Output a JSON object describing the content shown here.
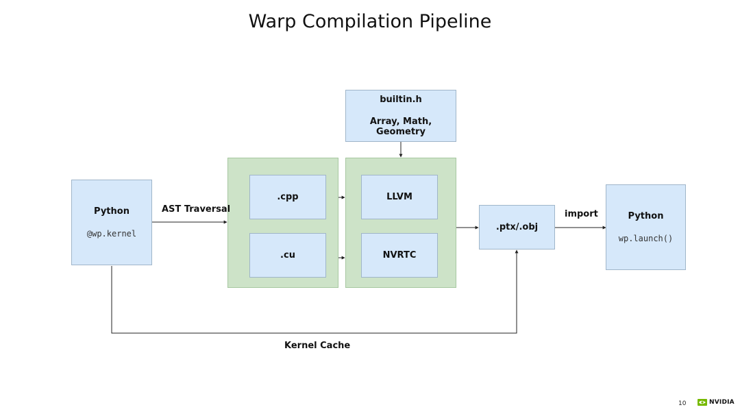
{
  "title": "Warp Compilation Pipeline",
  "nodes": {
    "python_source": {
      "title": "Python",
      "code": "@wp.kernel"
    },
    "builtin": {
      "title": "builtin.h",
      "subtitle": "Array, Math, Geometry"
    },
    "cpp": {
      "label": ".cpp"
    },
    "cu": {
      "label": ".cu"
    },
    "llvm": {
      "label": "LLVM"
    },
    "nvrtc": {
      "label": "NVRTC"
    },
    "ptx_obj": {
      "label": ".ptx/.obj"
    },
    "python_runtime": {
      "title": "Python",
      "code": "wp.launch()"
    }
  },
  "edges": {
    "ast_traversal": "AST Traversal",
    "import": "import",
    "kernel_cache": "Kernel Cache"
  },
  "footer": {
    "page_number": "10",
    "brand": "NVIDIA",
    "brand_color": "#76b900"
  }
}
